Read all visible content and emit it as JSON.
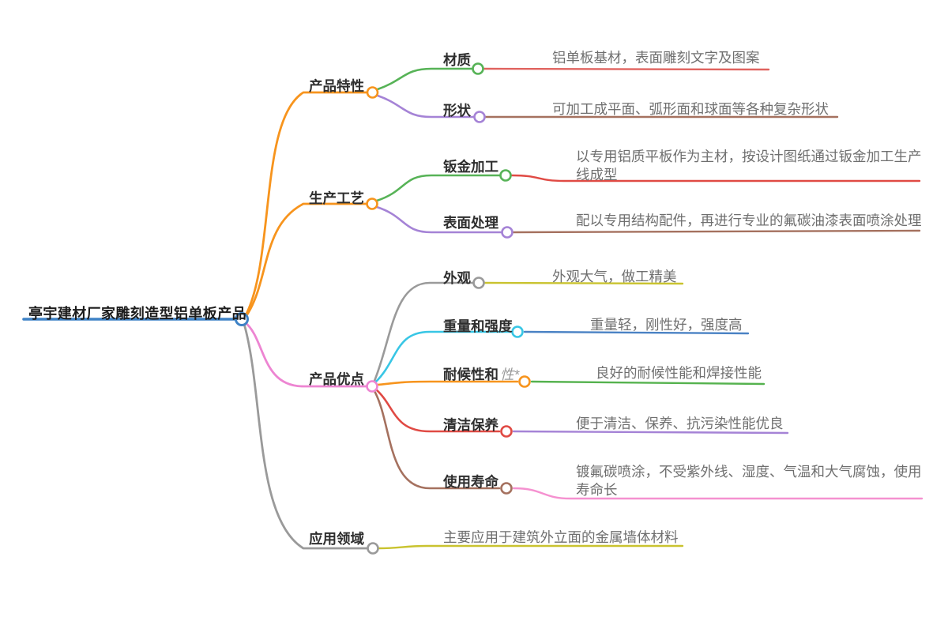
{
  "root": {
    "label": "亭宇建材厂家雕刻造型铝单板产品"
  },
  "palette": {
    "blue": "#3e82c6",
    "orange": "#f7941d",
    "pink": "#ed85d2",
    "gray": "#9a9a9a",
    "green": "#57b357",
    "purple": "#a583d6",
    "softred": "#e0635f",
    "red": "#e04a44",
    "brown": "#a5715f",
    "olive": "#c9c32f",
    "cyan": "#38c6e5",
    "midblue": "#4a82c4",
    "leafgreen": "#55b24e",
    "leafpurple": "#a583d6",
    "leafpink": "#f591d0",
    "node_fill": "#ffffff"
  },
  "branches": [
    {
      "label": "产品特性",
      "children": [
        {
          "label": "材质",
          "leaf": "铝单板基材，表面雕刻文字及图案"
        },
        {
          "label": "形状",
          "leaf": "可加工成平面、弧形面和球面等各种复杂形状"
        }
      ]
    },
    {
      "label": "生产工艺",
      "children": [
        {
          "label": "钣金加工",
          "leaf": "以专用铝质平板作为主材，按设计图纸通过钣金加工生产线成型"
        },
        {
          "label": "表面处理",
          "leaf": "配以专用结构配件，再进行专业的氟碳油漆表面喷涂处理"
        }
      ]
    },
    {
      "label": "产品优点",
      "children": [
        {
          "label": "外观",
          "leaf": "外观大气，做工精美"
        },
        {
          "label": "重量和强度",
          "leaf": "重量轻，刚性好，强度高"
        },
        {
          "label": "耐候性和",
          "label_suffix": "性*",
          "leaf": "良好的耐候性能和焊接性能"
        },
        {
          "label": "清洁保养",
          "leaf": "便于清洁、保养、抗污染性能优良"
        },
        {
          "label": "使用寿命",
          "leaf": "镀氟碳喷涂，不受紫外线、湿度、气温和大气腐蚀，使用寿命长"
        }
      ]
    },
    {
      "label": "应用领域",
      "leaf": "主要应用于建筑外立面的金属墙体材料"
    }
  ]
}
